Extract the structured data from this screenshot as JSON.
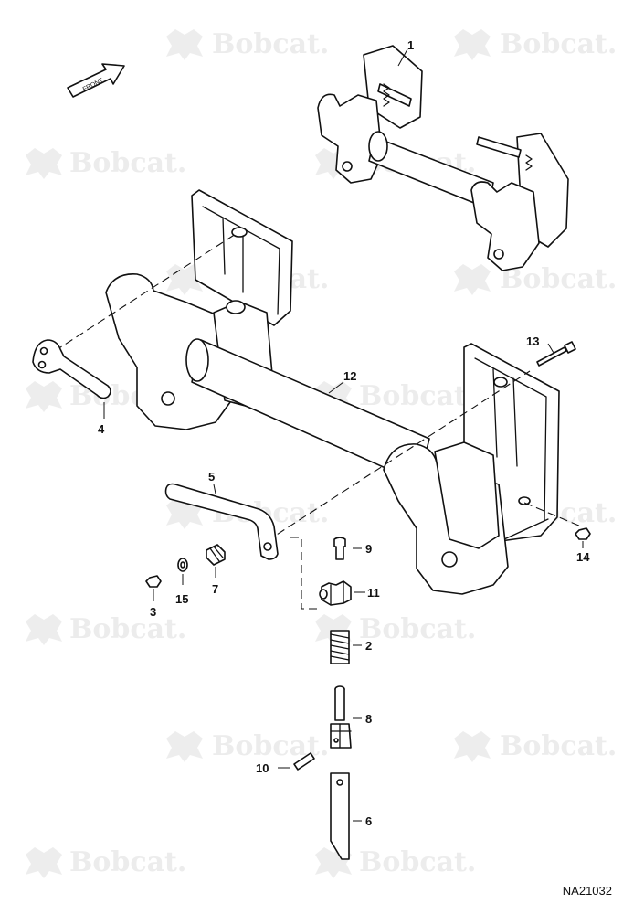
{
  "watermark": {
    "text": "Bobcat."
  },
  "front_arrow": {
    "label": "FRONT",
    "icon": "front-direction-arrow-icon"
  },
  "callouts": [
    {
      "number": "1"
    },
    {
      "number": "2"
    },
    {
      "number": "3"
    },
    {
      "number": "4"
    },
    {
      "number": "5"
    },
    {
      "number": "6"
    },
    {
      "number": "7"
    },
    {
      "number": "8"
    },
    {
      "number": "9"
    },
    {
      "number": "10"
    },
    {
      "number": "11"
    },
    {
      "number": "12"
    },
    {
      "number": "13"
    },
    {
      "number": "14"
    },
    {
      "number": "15"
    }
  ],
  "drawing_id": "NA21032",
  "colors": {
    "line": "#111111",
    "watermark": "#ececec",
    "background": "#ffffff"
  }
}
